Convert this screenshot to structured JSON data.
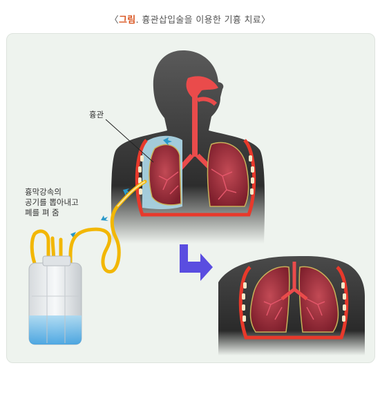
{
  "caption": {
    "open_bracket": "〈",
    "figure_label": "그림",
    "separator": ". ",
    "title": "흉관삽입술을 이용한 기흉 치료",
    "close_bracket": "〉"
  },
  "labels": {
    "chest_tube": "흉관",
    "drain_line1": "흉막강속의",
    "drain_line2": "공기를 뽑아내고",
    "drain_line3": "폐를 펴 줌"
  },
  "colors": {
    "accent": "#d9531e",
    "panel_bg": "#eef3ee",
    "body_silhouette": "#3d3d3d",
    "lung": "#9e2a3a",
    "pleura_red": "#e8392b",
    "air_blue": "#a9d3e3",
    "tube_yellow": "#f2b705",
    "arrow_purple": "#5a4de0",
    "fluid_blue": "#6db9e8"
  }
}
